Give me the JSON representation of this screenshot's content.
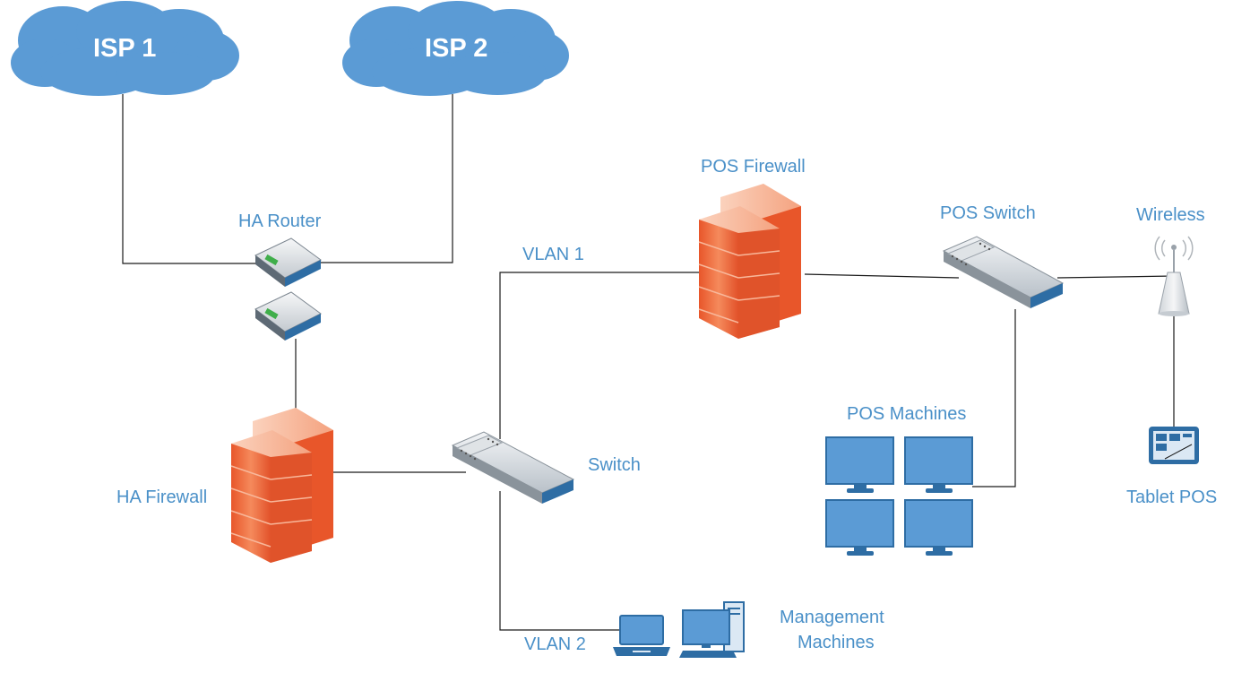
{
  "diagram": {
    "clouds": [
      {
        "id": "isp1",
        "label": "ISP 1"
      },
      {
        "id": "isp2",
        "label": "ISP 2"
      }
    ],
    "nodes": {
      "ha_router": {
        "label": "HA Router",
        "icon": "router-icon"
      },
      "ha_firewall": {
        "label": "HA Firewall",
        "icon": "firewall-icon"
      },
      "switch": {
        "label": "Switch",
        "icon": "switch-icon"
      },
      "pos_firewall": {
        "label": "POS Firewall",
        "icon": "firewall-icon"
      },
      "pos_switch": {
        "label": "POS Switch",
        "icon": "switch-icon"
      },
      "wireless": {
        "label": "Wireless",
        "icon": "wireless-ap-icon"
      },
      "tablet_pos": {
        "label": "Tablet POS",
        "icon": "tablet-icon"
      },
      "pos_machines": {
        "label": "POS Machines",
        "icon": "monitor-icon"
      },
      "management": {
        "label_line1": "Management",
        "label_line2": "Machines",
        "icons": [
          "laptop-icon",
          "desktop-computer-icon"
        ]
      }
    },
    "link_labels": {
      "vlan1": "VLAN 1",
      "vlan2": "VLAN 2"
    },
    "colors": {
      "cloud": "#5b9bd5",
      "label_text": "#4a90c8",
      "line": "#1a1a1a",
      "firewall": "#f07a4a",
      "device_blue": "#2e6da4"
    }
  }
}
